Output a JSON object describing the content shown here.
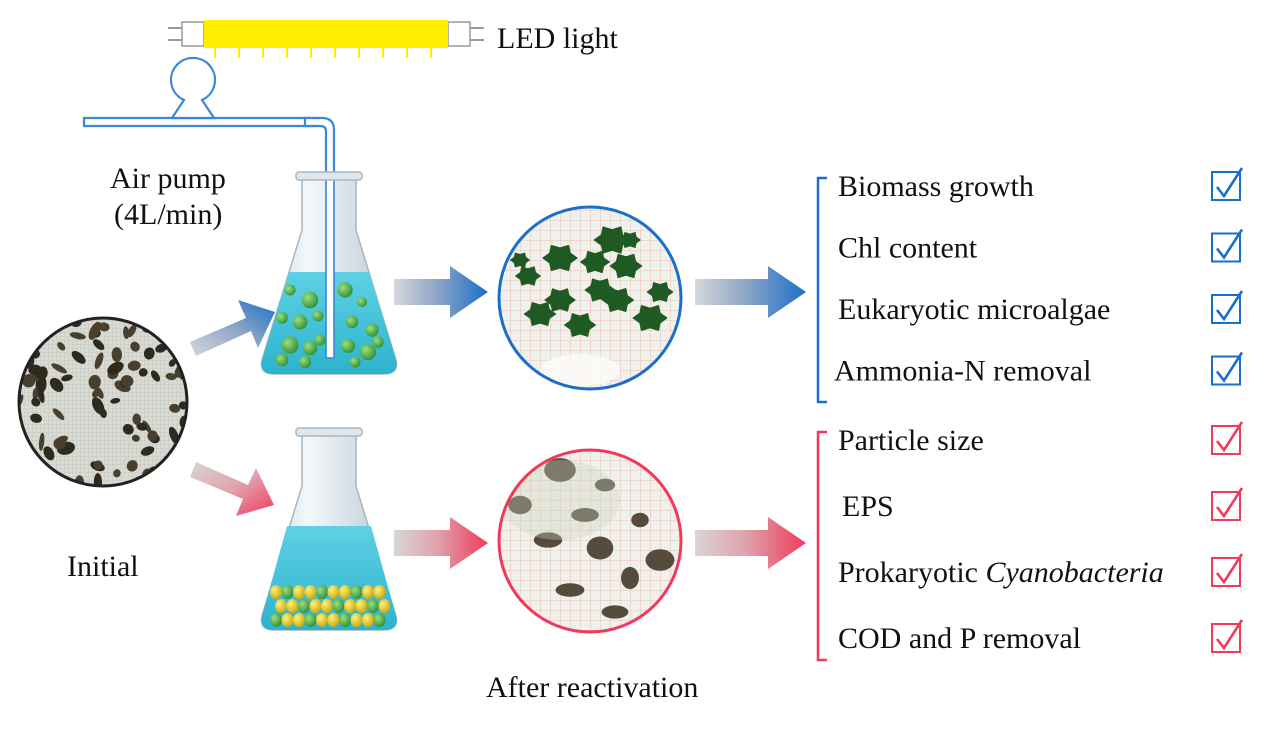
{
  "labels": {
    "led": "LED  light",
    "air_pump": "Air  pump",
    "air_rate": "(4L/min)",
    "initial": "Initial",
    "after": "After reactivation"
  },
  "colors": {
    "blue": "#1a6fc9",
    "red": "#f03a5a",
    "led_yellow": "#ffee00",
    "pipe_blue": "#3a86d8",
    "medium": "#3cc4da",
    "green_algae": "#3caa3c",
    "yellow_algae": "#e3c81e"
  },
  "aerated_outcomes": [
    {
      "name": "Biomass growth"
    },
    {
      "name": "Chl content"
    },
    {
      "name": "Eukaryotic microalgae"
    },
    {
      "name": "Ammonia-N removal"
    }
  ],
  "static_outcomes": [
    {
      "name": "Particle size"
    },
    {
      "name": "EPS"
    },
    {
      "name": "Prokaryotic ",
      "italic": "Cyanobacteria"
    },
    {
      "name": "COD and P removal"
    }
  ]
}
